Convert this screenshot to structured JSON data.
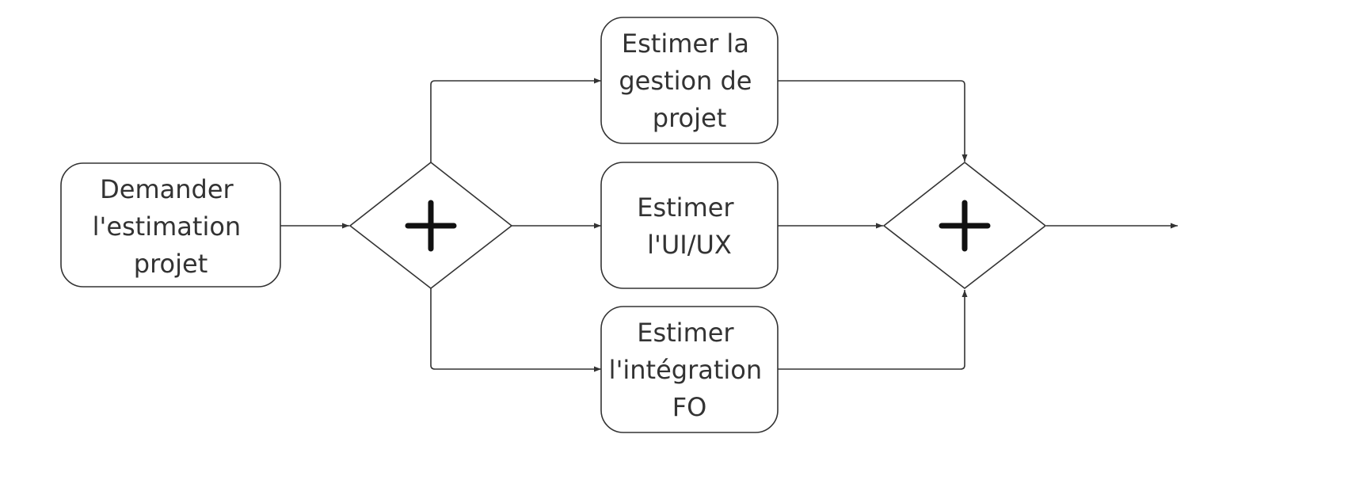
{
  "diagram": {
    "nodes": {
      "request": {
        "lines": [
          "Demander",
          "l'estimation",
          "projet"
        ]
      },
      "project_management": {
        "lines": [
          "Estimer la",
          "gestion de",
          "projet"
        ]
      },
      "ui_ux": {
        "lines": [
          "Estimer",
          "l'UI/UX"
        ]
      },
      "integration": {
        "lines": [
          "Estimer",
          "l'intégration",
          "FO"
        ]
      }
    },
    "gateways": {
      "split": {
        "type": "parallel",
        "icon": "plus-icon"
      },
      "join": {
        "type": "parallel",
        "icon": "plus-icon"
      }
    },
    "flows": [
      {
        "from": "request",
        "to": "split"
      },
      {
        "from": "split",
        "to": "project_management"
      },
      {
        "from": "split",
        "to": "ui_ux"
      },
      {
        "from": "split",
        "to": "integration"
      },
      {
        "from": "project_management",
        "to": "join"
      },
      {
        "from": "ui_ux",
        "to": "join"
      },
      {
        "from": "integration",
        "to": "join"
      },
      {
        "from": "join",
        "to": "end"
      }
    ]
  }
}
